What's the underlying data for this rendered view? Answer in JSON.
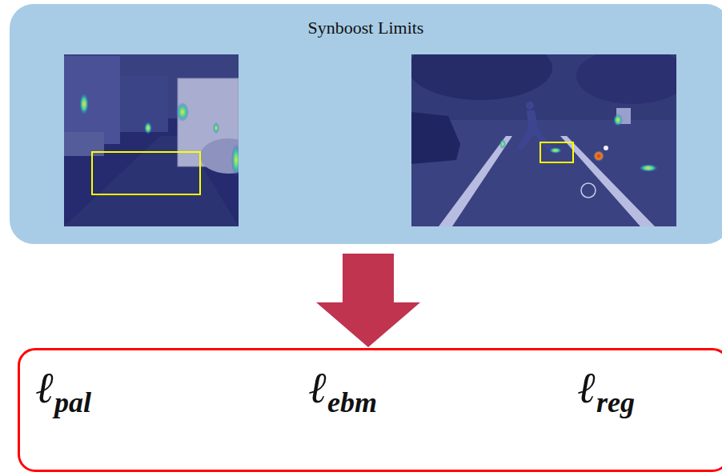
{
  "diagram": {
    "nodes": [
      {
        "text": [
          "Synboost Limits"
        ]
      },
      {
        "text": [
          "ℓpal",
          "ℓebm",
          "ℓreg"
        ]
      }
    ],
    "edges": [
      {
        "from": 0,
        "to": 1,
        "arrow": "to"
      }
    ]
  }
}
